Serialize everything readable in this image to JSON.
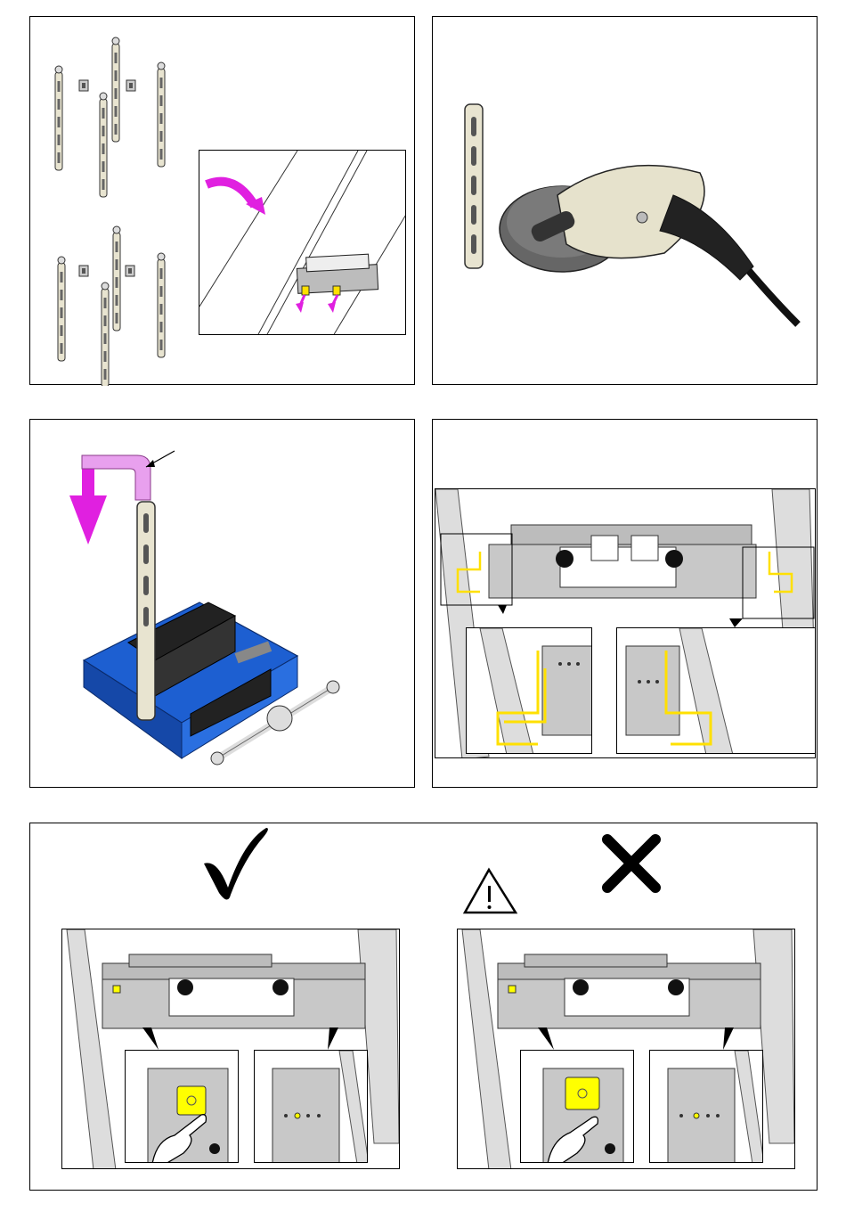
{
  "page": {
    "background": "#ffffff"
  },
  "colors": {
    "arrow": "#e020e0",
    "strip": "#e8e4d0",
    "vise": "#1d5fd1",
    "jaw": "#222222",
    "highlight": "#ffff00",
    "clip": "#ffe000",
    "metal": "#bcbcbc"
  },
  "panels": [
    {
      "id": "brackets",
      "icons": [
        "mounting-bracket-icon",
        "clip-nut-icon",
        "rotate-arrow-icon"
      ]
    },
    {
      "id": "grinder",
      "icons": [
        "slotted-strip-icon",
        "angle-grinder-icon"
      ]
    },
    {
      "id": "vise-bending",
      "icons": [
        "bent-strip-icon",
        "down-arrow-icon",
        "bench-vise-icon"
      ]
    },
    {
      "id": "rail-mount",
      "icons": [
        "mounting-rail-icon",
        "spring-clip-icon"
      ]
    },
    {
      "id": "correct-incorrect",
      "icons": [
        "check-mark-icon",
        "cross-mark-icon",
        "warning-triangle-icon",
        "pointing-hand-icon"
      ]
    }
  ]
}
